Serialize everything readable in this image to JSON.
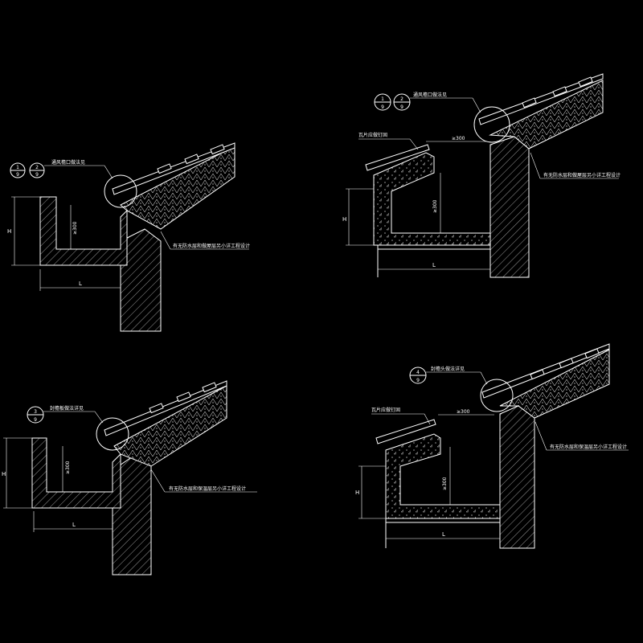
{
  "details": [
    {
      "id": "top-left",
      "symbol_top": "1",
      "symbol_bottom": "9",
      "symbol2_top": "2",
      "symbol2_bottom": "9",
      "callout": "通风檐口做法见",
      "membrane_note": "有无防水层和做屋层另小详工程设计",
      "dim_h": "H",
      "dim_l": "L",
      "dim_300": "≥300"
    },
    {
      "id": "top-right",
      "symbol_top": "1",
      "symbol_bottom": "9",
      "symbol2_top": "2",
      "symbol2_bottom": "9",
      "callout": "通风檐口做法见",
      "tile_note": "瓦片应做钉固",
      "membrane_note": "有无防水层和做屋层另小详工程设计",
      "dim_h": "H",
      "dim_l": "L",
      "dim_300": "≥300"
    },
    {
      "id": "bottom-left",
      "symbol_top": "3",
      "symbol_bottom": "9",
      "callout": "封檐板做法详见",
      "membrane_note": "有无防水层和保温层另小详工程设计",
      "dim_h": "H",
      "dim_l": "L",
      "dim_300": "≥300"
    },
    {
      "id": "bottom-right",
      "symbol_top": "4",
      "symbol_bottom": "9",
      "callout": "封檐头做法详见",
      "tile_note": "瓦片应做钉固",
      "membrane_note": "有无防水层和保温层另小详工程设计",
      "dim_h": "H",
      "dim_l": "L",
      "dim_300": "≥300"
    }
  ],
  "colors": {
    "background": "#000000",
    "line": "#ffffff"
  }
}
